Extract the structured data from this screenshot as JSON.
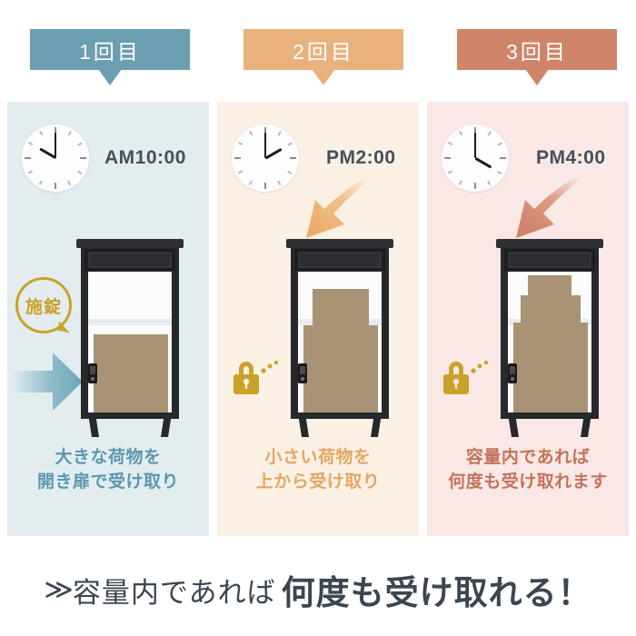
{
  "page": {
    "title": "宅配ボックス 受け取り回数 説明図",
    "background": "#ffffff"
  },
  "colors": {
    "tab1": "#6b9eb0",
    "tab2": "#e8b27c",
    "tab3": "#cf8469",
    "panel1_bg": "#e3edf0",
    "panel2_bg": "#fbf0e4",
    "panel3_bg": "#f9e8e5",
    "caption1": "#5b97ad",
    "caption2": "#e2a763",
    "caption3": "#c4735a",
    "gold": "#c9a227",
    "locker_frame": "#26282b",
    "locker_door": "#a89474",
    "parcel": "#a89474",
    "banner_text": "#3c4651",
    "arrow1": "#7aafc0",
    "arrow2": "#edb678",
    "arrow3": "#d58b71"
  },
  "tabs": [
    {
      "label": "1回目",
      "color": "#6b9eb0"
    },
    {
      "label": "2回目",
      "color": "#e8b27c"
    },
    {
      "label": "3回目",
      "color": "#cf8469"
    }
  ],
  "panels": [
    {
      "index": 1,
      "time_label": "AM10:00",
      "clock": {
        "hour": 10,
        "minute": 0
      },
      "badge": {
        "text": "施錠",
        "visible": true
      },
      "arrow": {
        "direction": "right",
        "color": "#7aafc0"
      },
      "padlock_icon": {
        "visible": false
      },
      "locker": {
        "door_state": "closed",
        "parcels": 0,
        "parcel_sizes": []
      },
      "caption_lines": [
        "大きな荷物を",
        "開き扉で受け取り"
      ]
    },
    {
      "index": 2,
      "time_label": "PM2:00",
      "clock": {
        "hour": 2,
        "minute": 0
      },
      "badge": {
        "text": "",
        "visible": false
      },
      "arrow": {
        "direction": "down-left",
        "color": "#edb678"
      },
      "padlock_icon": {
        "visible": true,
        "dots": 3
      },
      "locker": {
        "door_state": "closed",
        "parcels": 1,
        "parcel_sizes": [
          "large"
        ]
      },
      "caption_lines": [
        "小さい荷物を",
        "上から受け取り"
      ]
    },
    {
      "index": 3,
      "time_label": "PM4:00",
      "clock": {
        "hour": 4,
        "minute": 0
      },
      "badge": {
        "text": "",
        "visible": false
      },
      "arrow": {
        "direction": "down-left",
        "color": "#d58b71"
      },
      "padlock_icon": {
        "visible": true,
        "dots": 3
      },
      "locker": {
        "door_state": "closed",
        "parcels": 3,
        "parcel_sizes": [
          "large",
          "medium",
          "small"
        ]
      },
      "caption_lines": [
        "容量内であれば",
        "何度も受け取れます"
      ]
    }
  ],
  "banner": {
    "chevrons": "≫",
    "light_text": "容量内であれば",
    "bold_text": "何度も受け取れる！"
  }
}
